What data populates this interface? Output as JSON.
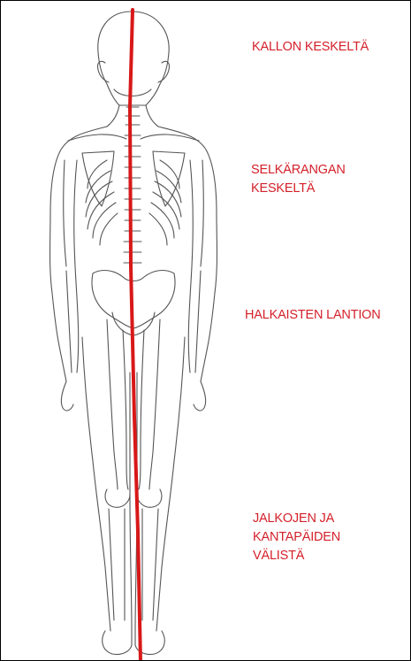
{
  "labels": {
    "skull_center": "KALLON KESKELTÄ",
    "spine_center": "SELKÄRANGAN\nKESKELTÄ",
    "pelvis_split": "HALKAISTEN LANTION",
    "legs_heels": "JALKOJEN JA\nKANTAPÄIDEN\nVÄLISTÄ"
  },
  "colors": {
    "label": "#d4202a",
    "midline": "#d81818",
    "outline": "#555555",
    "border": "#000000"
  }
}
